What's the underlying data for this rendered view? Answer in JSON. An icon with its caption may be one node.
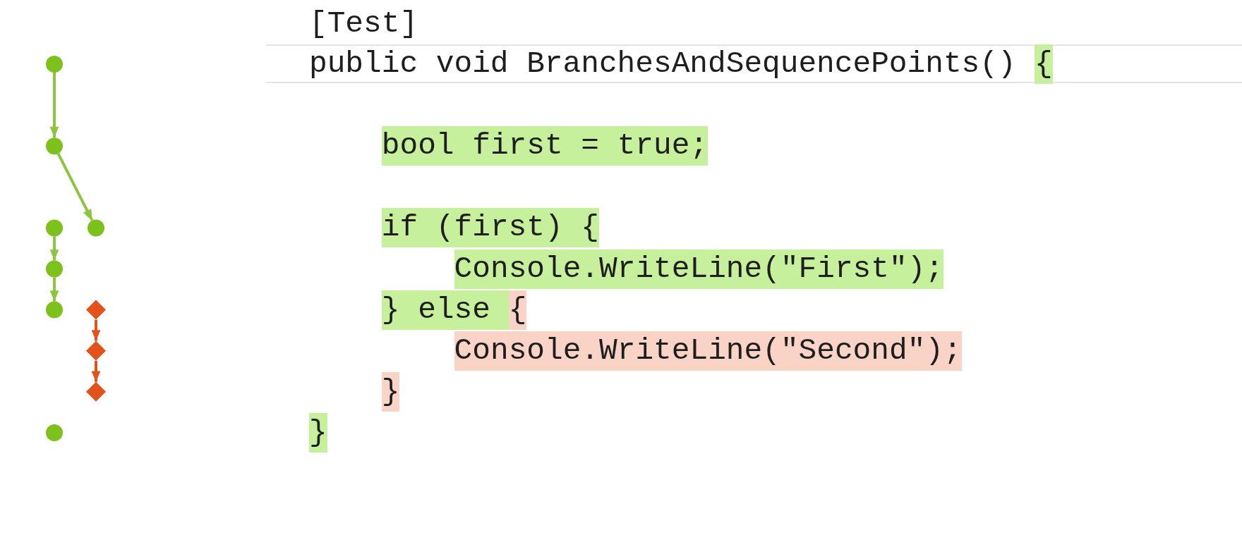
{
  "diagram": {
    "nodes": [
      {
        "text": [],
        "shape": "circle"
      },
      {
        "text": [],
        "shape": "circle"
      },
      {
        "text": [],
        "shape": "circle"
      },
      {
        "text": [],
        "shape": "circle"
      },
      {
        "text": [],
        "shape": "circle"
      },
      {
        "text": [],
        "shape": "circle"
      },
      {
        "text": [],
        "shape": "diamond"
      },
      {
        "text": [],
        "shape": "diamond"
      },
      {
        "text": [],
        "shape": "diamond"
      },
      {
        "text": [],
        "shape": "circle"
      }
    ],
    "edges": [
      {
        "from": 0,
        "to": 1,
        "arrow": "to"
      },
      {
        "from": 1,
        "to": 3,
        "arrow": "to"
      },
      {
        "from": 2,
        "to": 4,
        "arrow": "to"
      },
      {
        "from": 4,
        "to": 5,
        "arrow": "to"
      },
      {
        "from": 6,
        "to": 7,
        "arrow": "to",
        "color": "#e4521b"
      },
      {
        "from": 7,
        "to": 8,
        "arrow": "to",
        "color": "#e4521b"
      }
    ],
    "labels": [
      "[Test]",
      "public void BranchesAndSequencePoints()",
      "{",
      "bool first = true;",
      "if (first) {",
      "Console.WriteLine(\"First\");",
      "} else",
      "{",
      "Console.WriteLine(\"Second\");",
      "}",
      "}"
    ]
  }
}
